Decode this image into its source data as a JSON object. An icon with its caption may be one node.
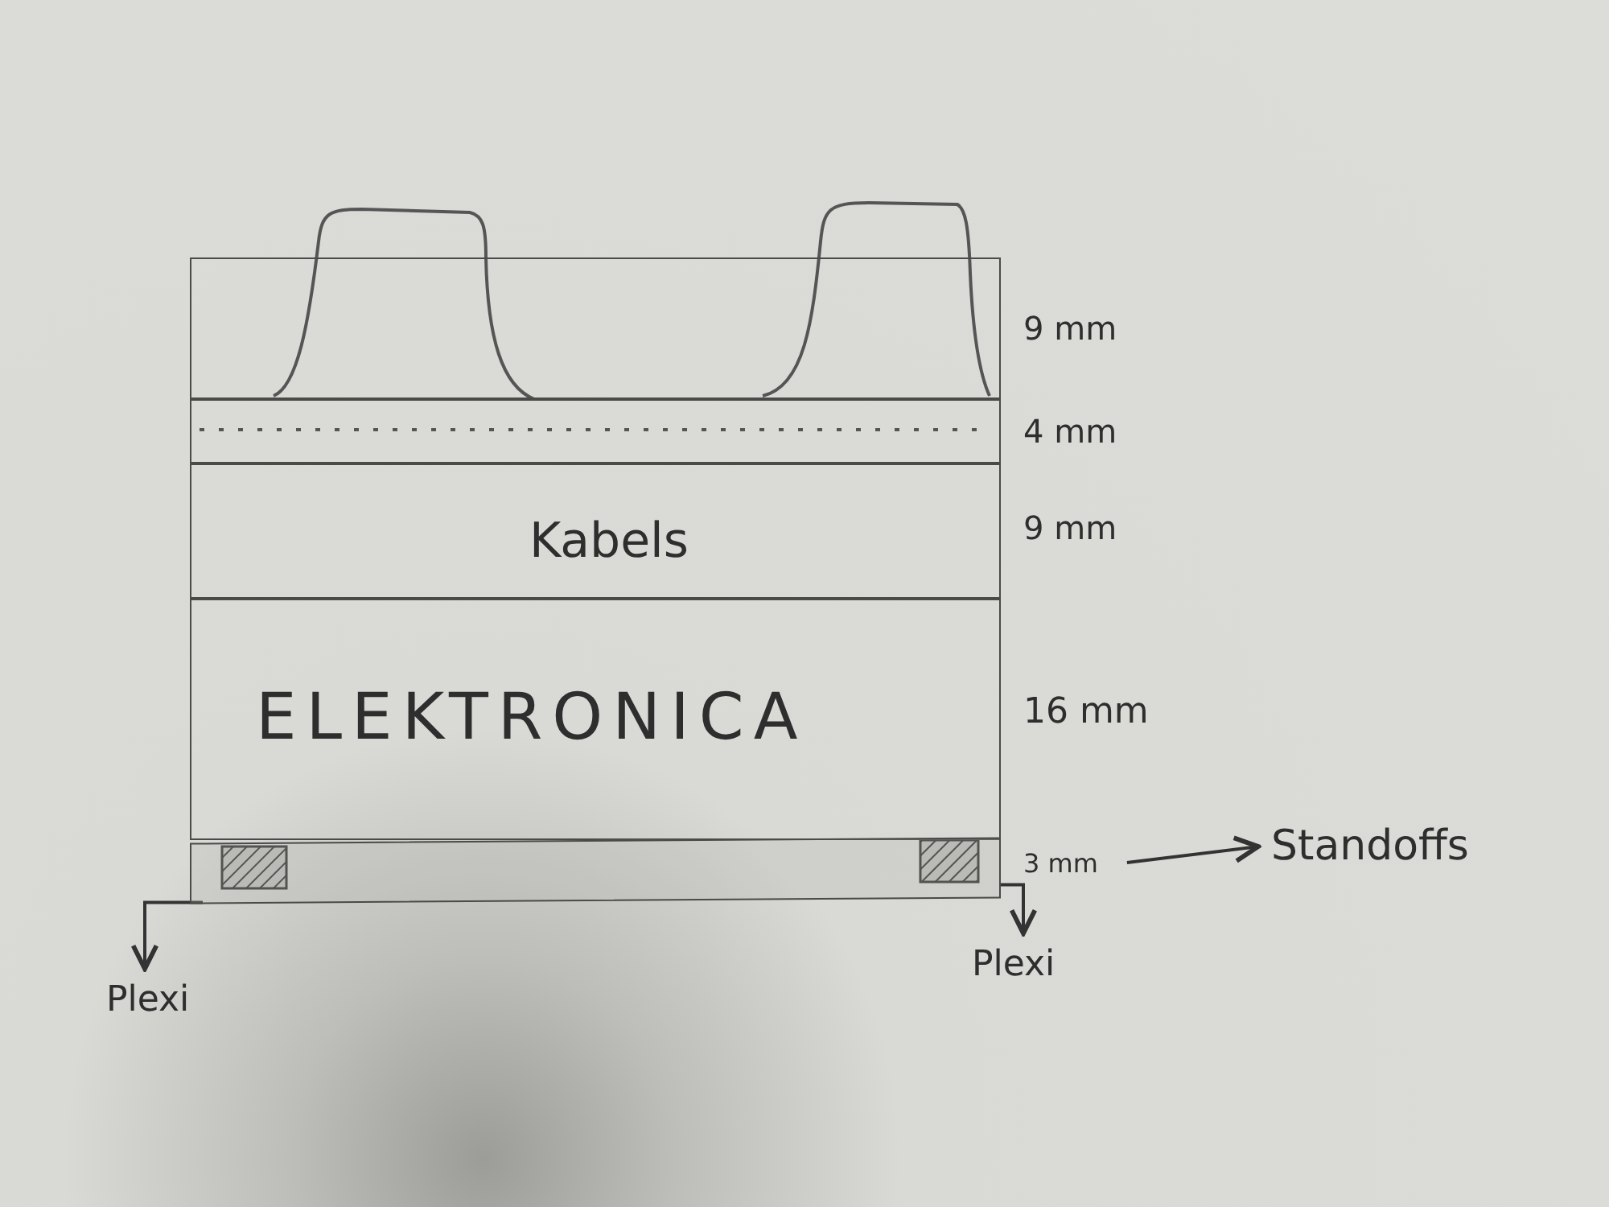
{
  "diagram": {
    "nodes": [
      {
        "text": [],
        "shape": "box"
      },
      {
        "text": [],
        "shape": "box"
      },
      {
        "text": [
          "Kabels"
        ]
      },
      {
        "text": [
          "ELEKTRONICA"
        ]
      },
      {
        "text": [],
        "shape": "bar"
      },
      {
        "text": [
          "3 mm"
        ]
      },
      {
        "text": [
          "Standoffs"
        ]
      },
      {
        "text": [
          "Plexi"
        ]
      },
      {
        "text": [
          "Plexi"
        ]
      }
    ],
    "edges": [
      {
        "from": 5,
        "to": 6,
        "arrow": "to"
      },
      {
        "from": 4,
        "to": 7,
        "arrow": "to"
      },
      {
        "from": 4,
        "to": 8,
        "arrow": "to"
      }
    ],
    "labels": [
      "9 mm",
      "4 mm",
      "9 mm",
      "16 mm"
    ]
  }
}
